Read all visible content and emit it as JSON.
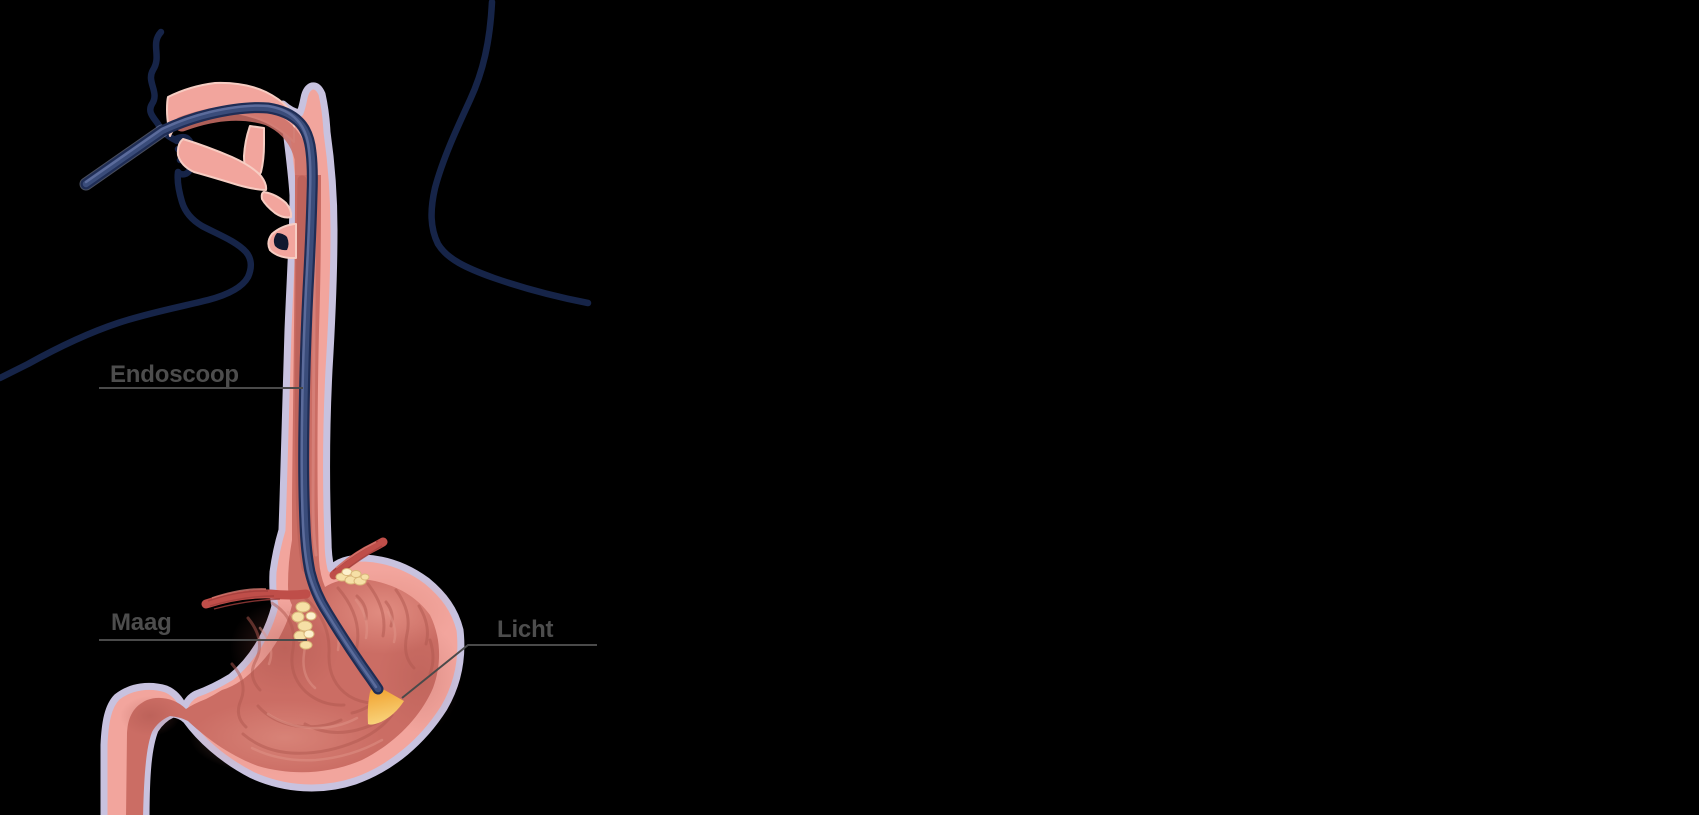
{
  "figure": {
    "type": "medical-illustration",
    "subject": "gastroscopy-endoscope-in-stomach",
    "background_color": "#000000"
  },
  "labels": {
    "endoscope": "Endoscoop",
    "stomach": "Maag",
    "light": "Licht"
  },
  "colors": {
    "outline_navy": "#162448",
    "endoscope_navy": "#1f2d55",
    "endoscope_mid": "#3a4c7a",
    "endoscope_highlight": "#5f6f9e",
    "tissue_pink": "#f2a59d",
    "tissue_edge_lavender": "#c8c2df",
    "mouth_edge_light": "#f7cdc3",
    "lumen_salmon": "#cb6d64",
    "rugae_dark": "#b15950",
    "rugae_light": "#e09488",
    "artery_red": "#bf4e49",
    "artery_stripe": "#a33e3c",
    "fat_yellow": "#f6e0a6",
    "fat_edge": "#d9b87a",
    "light_amber": "#f2a63a",
    "light_amber_soft": "#f9d57e",
    "label_gray": "#4d4d4d",
    "leader_line_gray": "#4a4a4a"
  }
}
